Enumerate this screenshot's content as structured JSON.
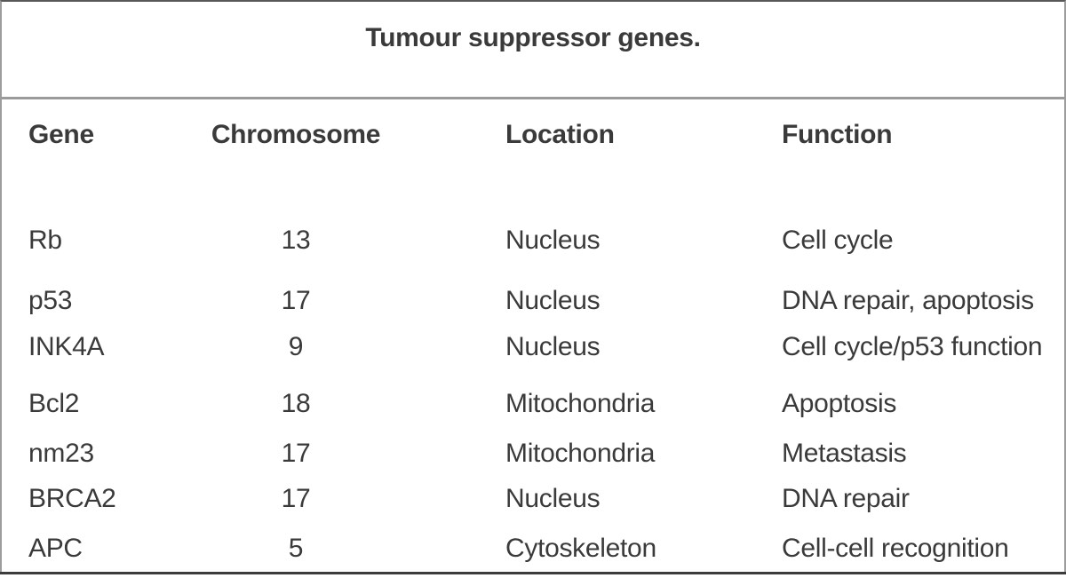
{
  "title": "Tumour suppressor genes.",
  "table": {
    "headers": {
      "gene": "Gene",
      "chromosome": "Chromosome",
      "location": "Location",
      "function": "Function"
    },
    "rows": [
      {
        "gene": "Rb",
        "chromosome": "13",
        "location": "Nucleus",
        "function": "Cell cycle"
      },
      {
        "gene": "p53",
        "chromosome": "17",
        "location": "Nucleus",
        "function": "DNA repair, apoptosis"
      },
      {
        "gene": "INK4A",
        "chromosome": "9",
        "location": "Nucleus",
        "function": "Cell cycle/p53 function"
      },
      {
        "gene": "Bcl2",
        "chromosome": "18",
        "location": "Mitochondria",
        "function": "Apoptosis"
      },
      {
        "gene": "nm23",
        "chromosome": "17",
        "location": "Mitochondria",
        "function": "Metastasis"
      },
      {
        "gene": "BRCA2",
        "chromosome": "17",
        "location": "Nucleus",
        "function": "DNA repair"
      },
      {
        "gene": "APC",
        "chromosome": "5",
        "location": "Cytoskeleton",
        "function": "Cell-cell recognition"
      }
    ]
  },
  "colors": {
    "text": "#3a3a3a",
    "border_top": "#585858",
    "border_sides": "#9d9d9d",
    "border_bottom": "#3c3c3c",
    "title_divider": "#9b9b9b",
    "background": "#ffffff"
  }
}
